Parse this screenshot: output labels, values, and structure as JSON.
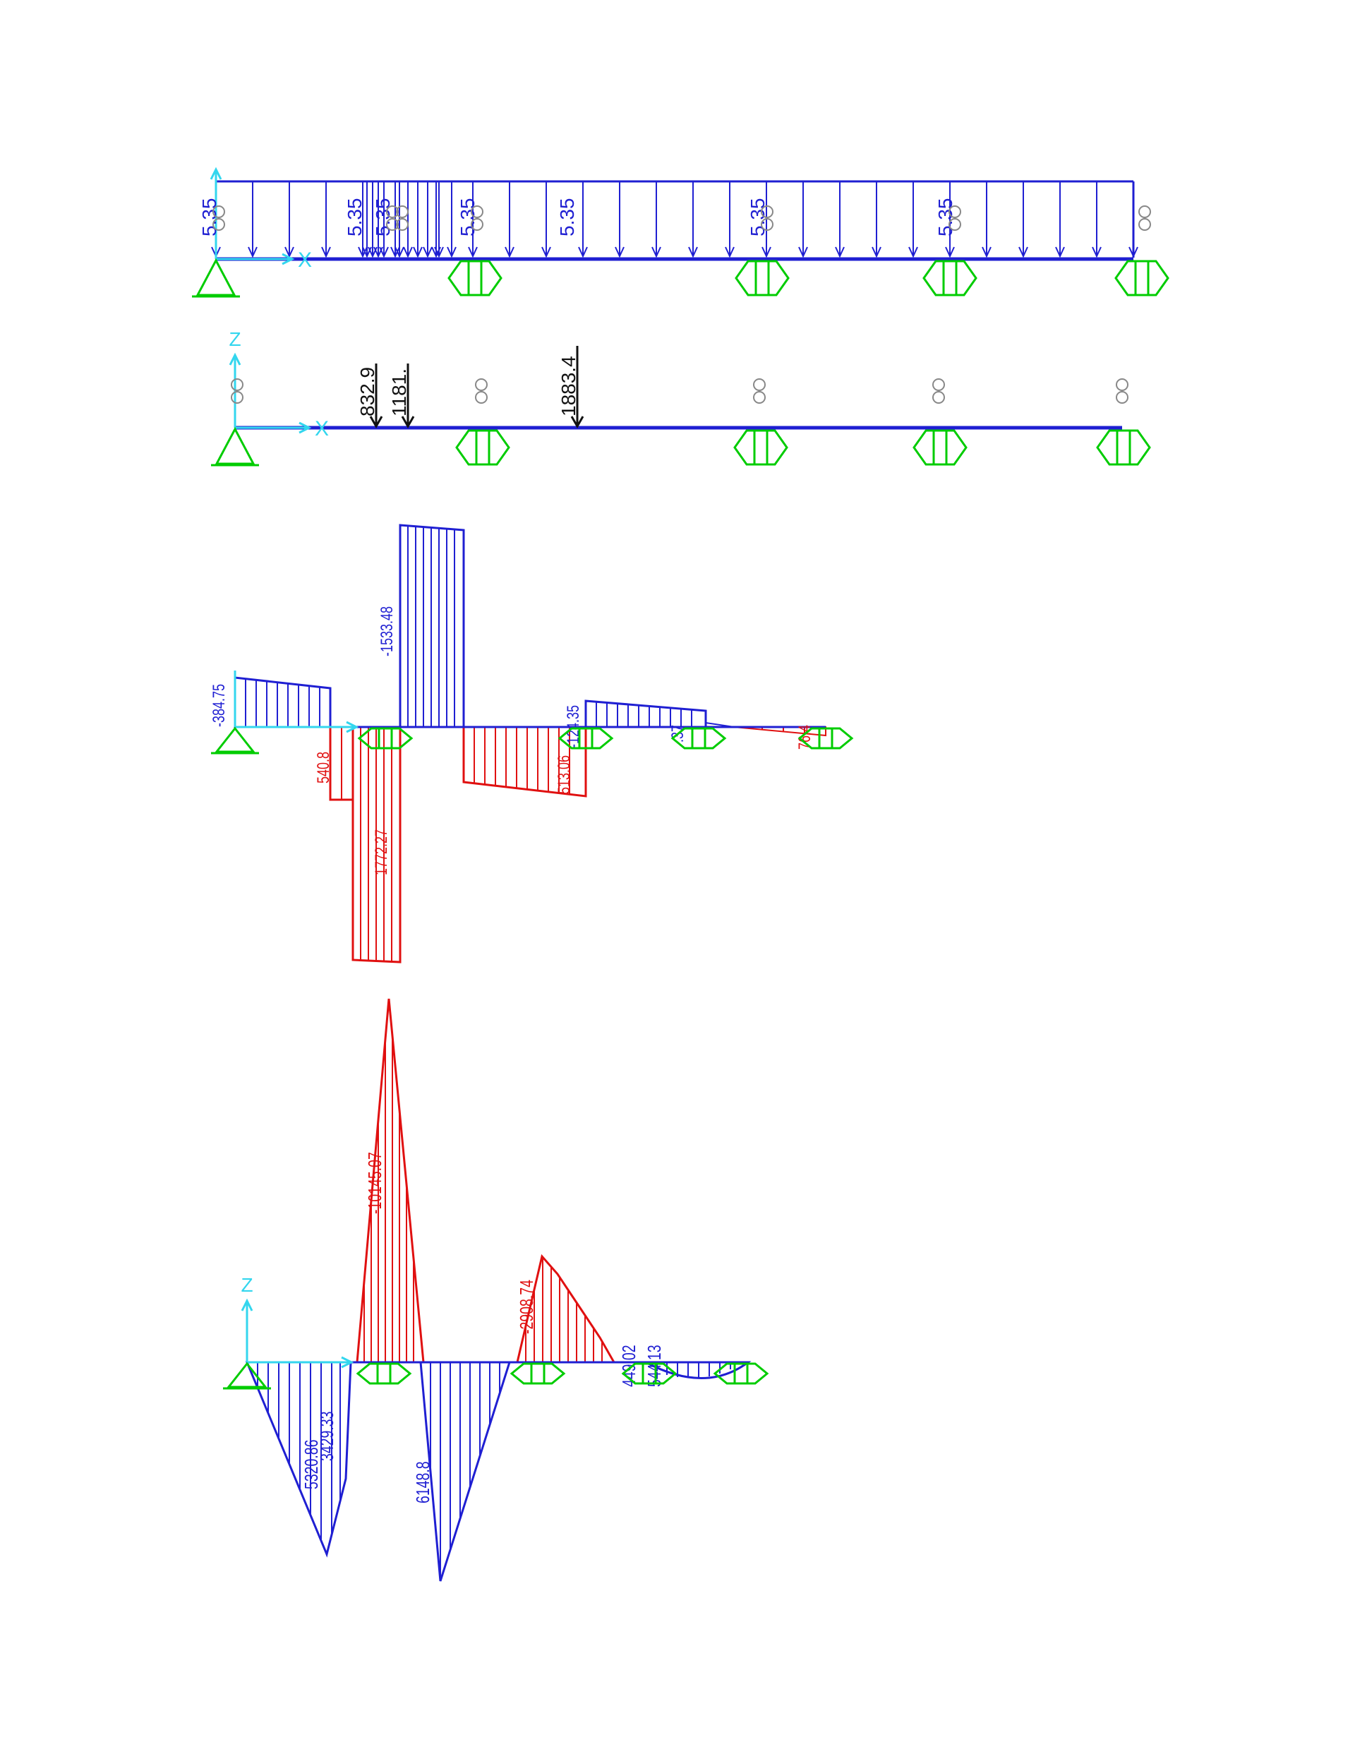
{
  "colors": {
    "support": "#00cc00",
    "axis": "#33d6ee",
    "positive": "#1f1fd2",
    "negative": "#e01010",
    "point_load": "#111111",
    "node": "#777777"
  },
  "axis_labels": {
    "z": "Z",
    "x": "X"
  },
  "panels": {
    "distributed_load": {
      "label": "5.35"
    },
    "point_loads": {
      "labels": [
        "832.9",
        "1181.",
        "1883.4"
      ]
    },
    "shear": {
      "labels": [
        "-384.75",
        "540.8",
        "1772.27",
        "-1533.48",
        "513.06",
        "-124.35",
        ".37",
        "76.4"
      ]
    },
    "moment": {
      "labels": [
        "5320.86",
        "3429.33",
        "6148.8",
        "-10145.07",
        "-2908.74",
        "449.02",
        "544.13"
      ]
    }
  }
}
